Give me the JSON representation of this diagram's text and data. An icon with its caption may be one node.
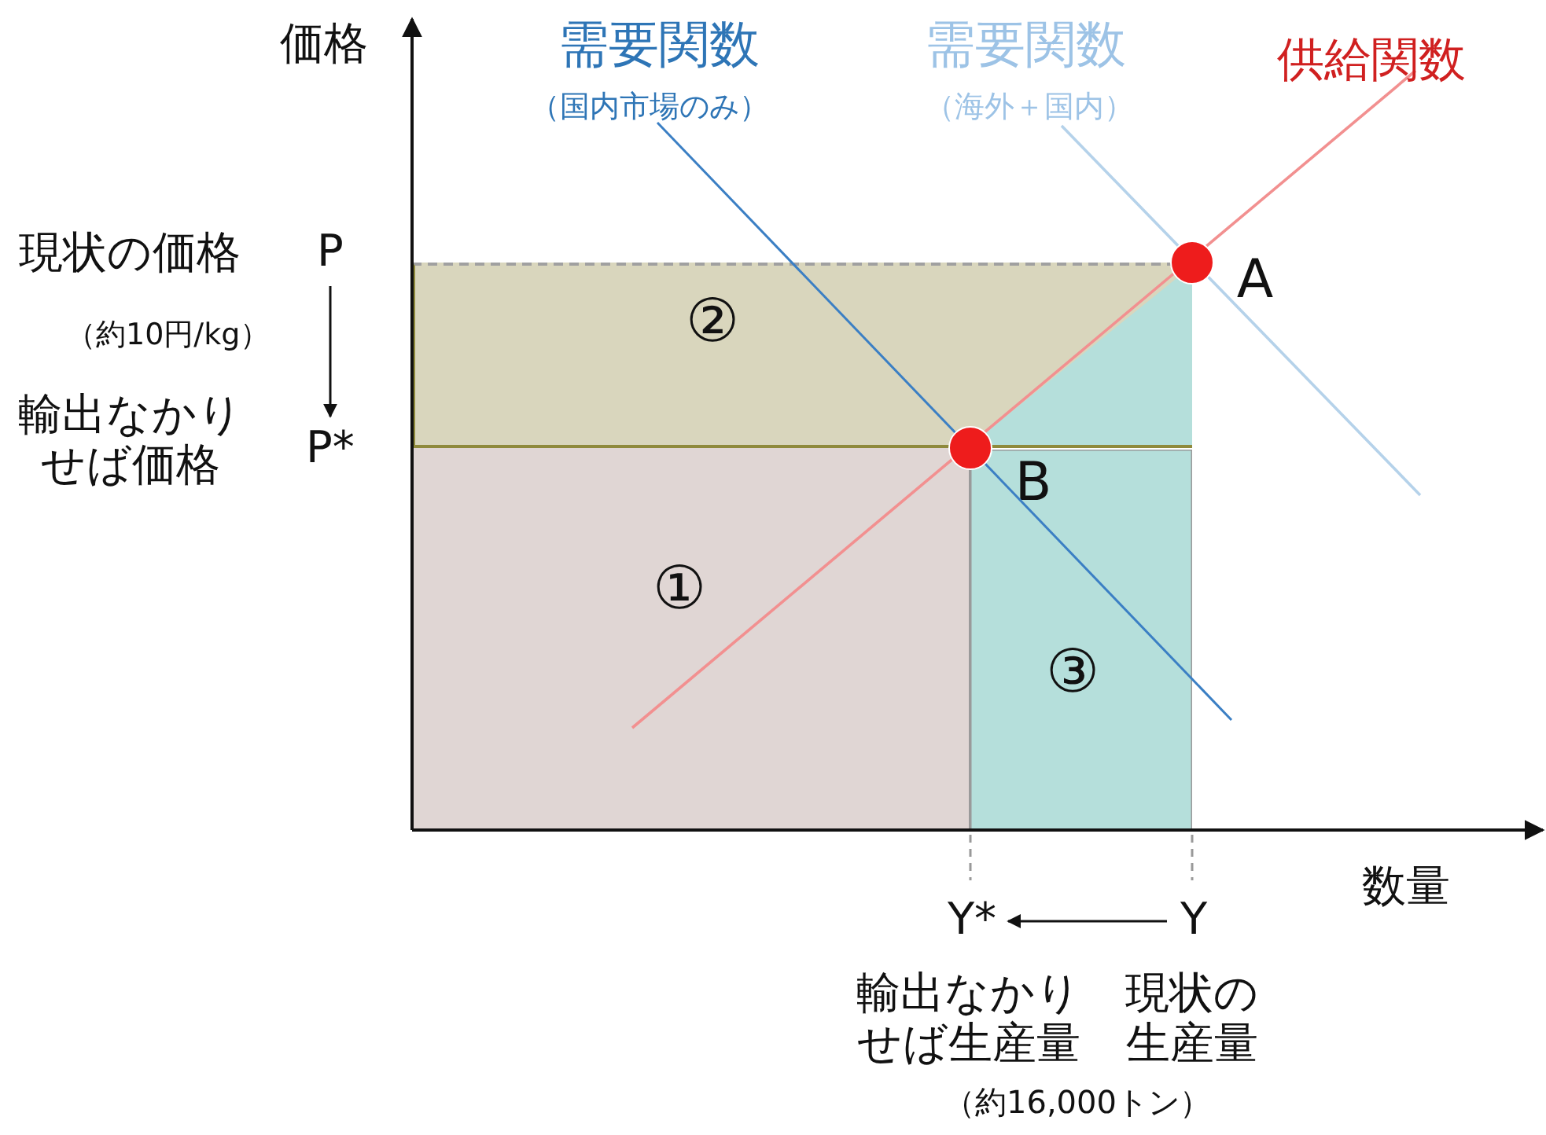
{
  "diagram": {
    "nodes": [
      {
        "text": [
          "②"
        ]
      },
      {
        "text": [
          "①"
        ]
      },
      {
        "text": [
          "③"
        ]
      },
      {
        "text": [
          "A"
        ]
      },
      {
        "text": [
          "B"
        ],
        "in": 2
      },
      {
        "text": [
          "P"
        ]
      },
      {
        "text": [
          "P*"
        ]
      },
      {
        "text": [
          "Y"
        ]
      },
      {
        "text": [
          "Y*"
        ]
      }
    ],
    "edges": [
      {
        "from": 5,
        "to": 6,
        "arrow": "to"
      },
      {
        "from": 7,
        "to": 8,
        "arrow": "to"
      }
    ],
    "labels": [
      "価格",
      "数量",
      "需要関数",
      "（国内市場のみ）",
      "需要関数",
      "（海外＋国内）",
      "供給関数",
      "現状の価格",
      "（約10円/kg）",
      "輸出なかりせば価格",
      "輸出なかりせば生産量",
      "現状の生産量",
      "（約16,000トン）"
    ]
  }
}
